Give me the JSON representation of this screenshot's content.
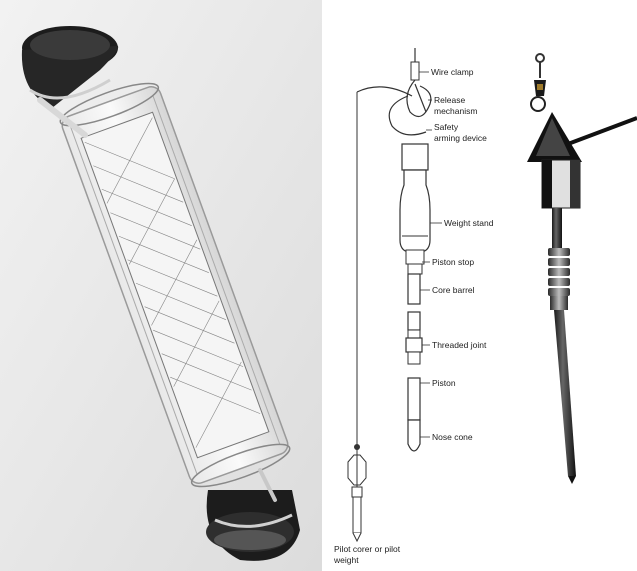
{
  "diagram": {
    "labels": {
      "wire_clamp": "Wire clamp",
      "release_mechanism_1": "Release",
      "release_mechanism_2": "mechanism",
      "safety_arming_1": "Safety",
      "safety_arming_2": "arming device",
      "weight_stand": "Weight stand",
      "piston_stop": "Piston stop",
      "core_barrel": "Core barrel",
      "threaded_joint": "Threaded joint",
      "piston": "Piston",
      "nose_cone": "Nose cone",
      "pilot_corer_1": "Pilot corer or pilot",
      "pilot_corer_2": "weight"
    }
  },
  "colors": {
    "background": "#ffffff",
    "photo_bg": "#ebebeb",
    "cap_dark": "#1c1c1c",
    "line": "#333333",
    "accent": "#000000"
  }
}
